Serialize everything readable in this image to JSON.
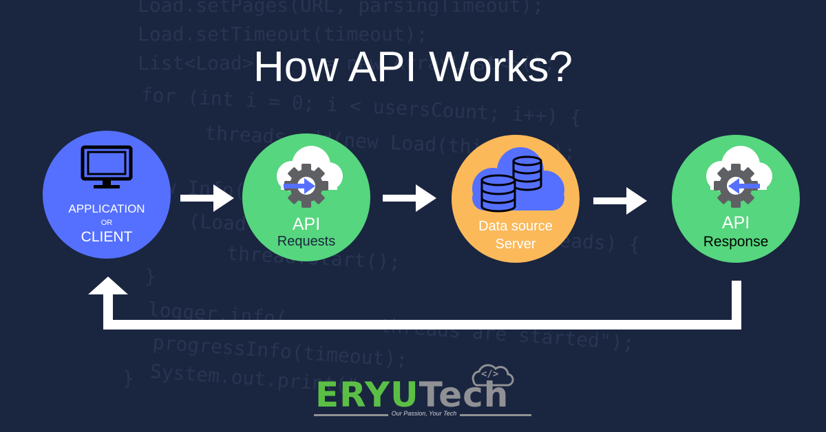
{
  "title": "How API Works?",
  "nodes": {
    "client": {
      "line1": "APPLICATION",
      "line2": "OR",
      "line3": "CLIENT",
      "color": "#5570ff"
    },
    "requests": {
      "line1": "API",
      "line2": "Requests",
      "color": "#56d67e"
    },
    "datasource": {
      "line1": "Data source",
      "line2": "Server",
      "color": "#fbb95a"
    },
    "response": {
      "line1": "API",
      "line2": "Response",
      "color": "#56d67e"
    }
  },
  "background_code": [
    "Load.setPages(URL, parsingTimeout);",
    "Load.setTimeout(timeout);",
    "List<Load>      = new ArrayList<>();",
    "for (int i = 0; i < usersCount; i++) {",
    "    threads.add(new Load(this.URL));",
    "new Info(",
    "  (Load t                    + threads) {",
    "    thread.start();",
    "}",
    "logger.info(        threads are started\");",
    "progressInfo(timeout);",
    "System.out.print(\"",
    "}"
  ],
  "logo": {
    "brand_part1": "ERYU",
    "brand_part2": "Tech",
    "code_glyph": "</>",
    "tagline": "Our Passion, Your Tech",
    "green": "#5bbf45",
    "gray": "#8f9194"
  }
}
